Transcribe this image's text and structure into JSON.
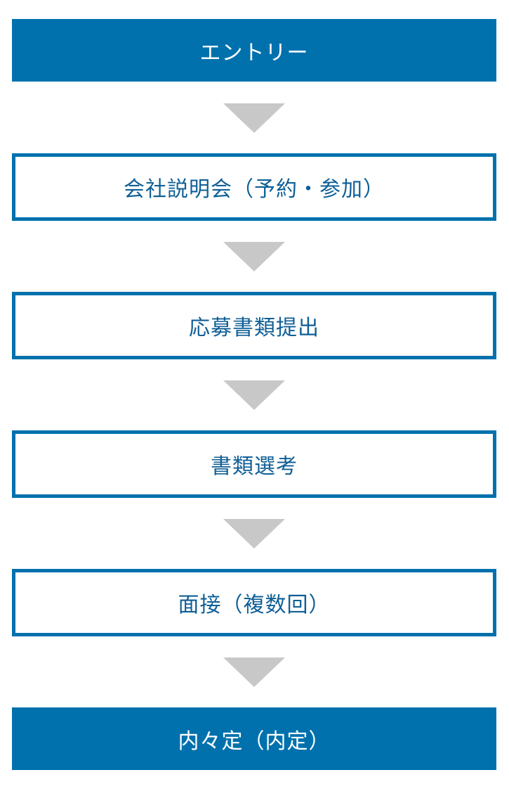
{
  "flow": {
    "steps": [
      {
        "label": "エントリー",
        "style": "filled"
      },
      {
        "label": "会社説明会（予約・参加）",
        "style": "outlined"
      },
      {
        "label": "応募書類提出",
        "style": "outlined"
      },
      {
        "label": "書類選考",
        "style": "outlined"
      },
      {
        "label": "面接（複数回）",
        "style": "outlined"
      },
      {
        "label": "内々定（内定）",
        "style": "filled"
      }
    ],
    "colors": {
      "primary": "#0071ad",
      "text_on_primary": "#ffffff",
      "outlined_text": "#0f5f96",
      "arrow": "#c8c8c8"
    }
  }
}
